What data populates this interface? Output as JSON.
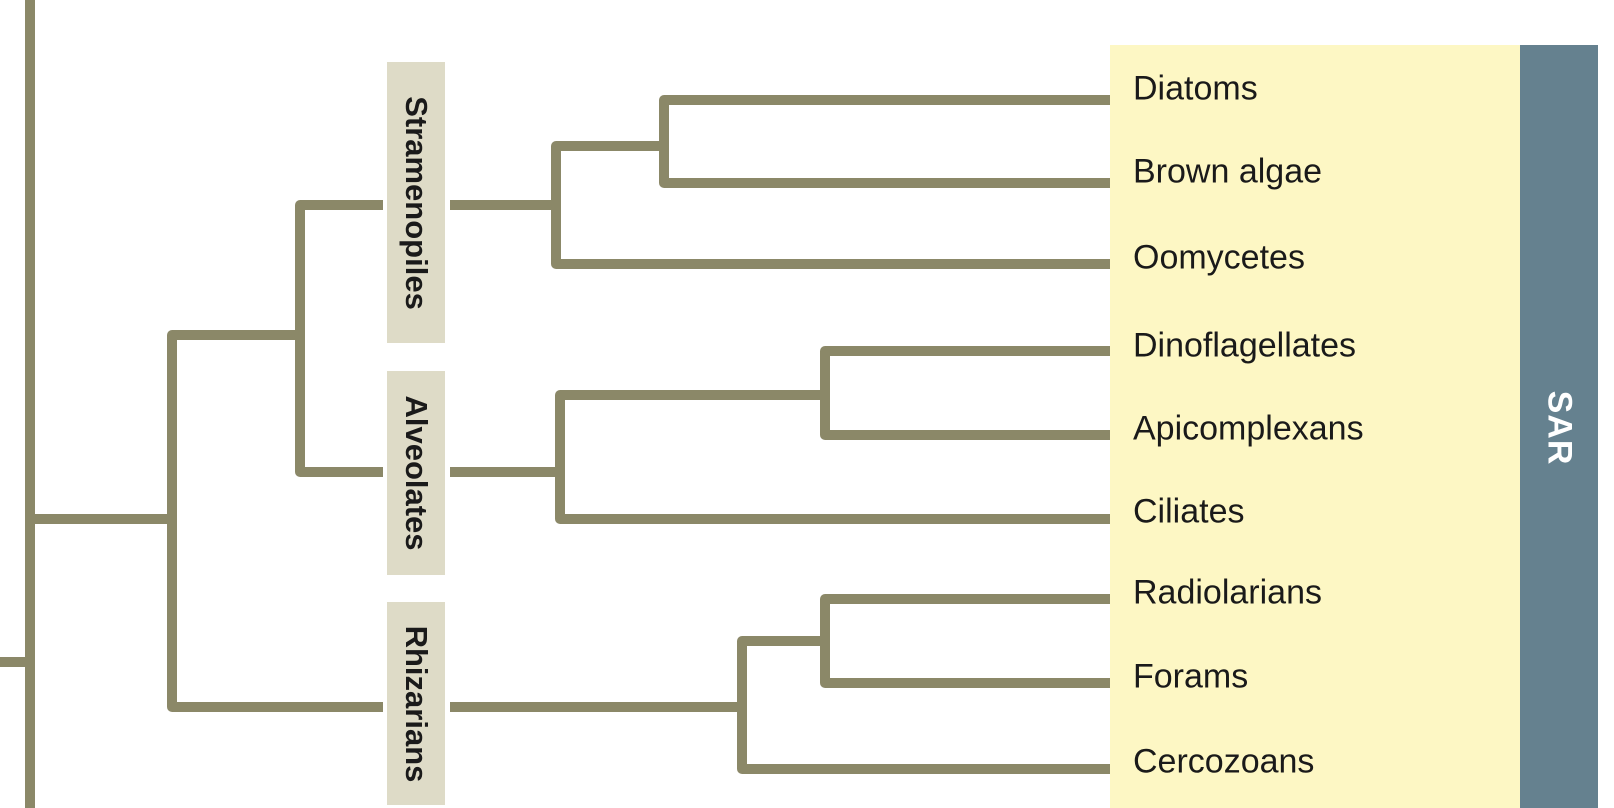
{
  "taxa": [
    "Diatoms",
    "Brown algae",
    "Oomycetes",
    "Dinoflagellates",
    "Apicomplexans",
    "Ciliates",
    "Radiolarians",
    "Forams",
    "Cercozoans"
  ],
  "clades": [
    "Stramenopiles",
    "Alveolates",
    "Rhizarians"
  ],
  "supergroup": "SAR",
  "colors": {
    "branch": "#8b8868",
    "label_panel": "#fdf7c4",
    "sar_bar": "#65818f",
    "clade_box": "#dedbc7"
  }
}
